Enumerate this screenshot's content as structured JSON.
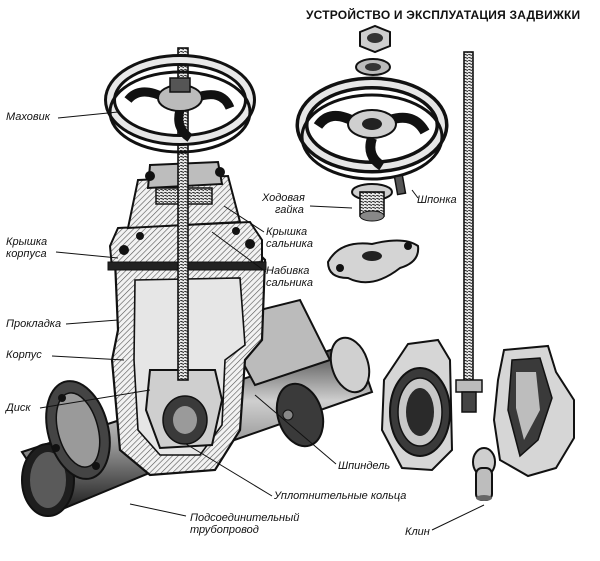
{
  "title": "УСТРОЙСТВО И ЭКСПЛУАТАЦИЯ ЗАДВИЖКИ",
  "labels": {
    "mahovik": "Маховик",
    "kryshka_korpusa_1": "Крышка",
    "kryshka_korpusa_2": "корпуса",
    "prokladka": "Прокладка",
    "korpus": "Корпус",
    "disk": "Диск",
    "hodovaya_1": "Ходовая",
    "hodovaya_2": "гайка",
    "shponka": "Шпонка",
    "kryshka_salnika_1": "Крышка",
    "kryshka_salnika_2": "сальника",
    "nabivka_1": "Набивка",
    "nabivka_2": "сальника",
    "shpindel": "Шпиндель",
    "uplot": "Уплотнительные кольца",
    "podsoed_1": "Подсоединительный",
    "podsoed_2": "трубопровод",
    "klin": "Клин"
  },
  "colors": {
    "ink": "#111111",
    "dark": "#2a2a2a",
    "mid": "#777777",
    "light": "#cfcfcf",
    "paper": "#ffffff"
  }
}
